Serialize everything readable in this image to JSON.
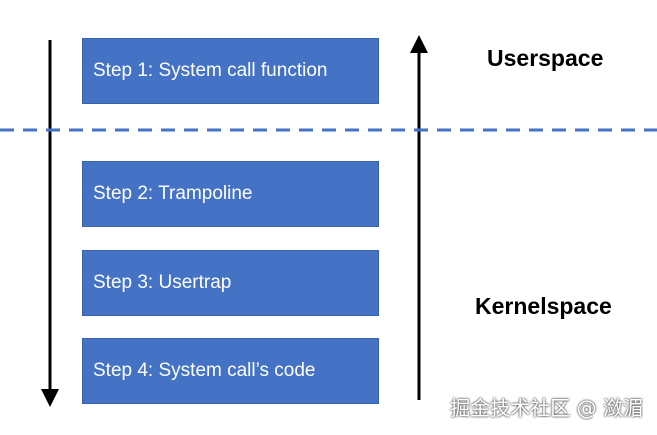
{
  "steps": [
    {
      "label": "Step 1: System call function"
    },
    {
      "label": "Step 2: Trampoline"
    },
    {
      "label": "Step 3: Usertrap"
    },
    {
      "label": "Step 4: System call’s code"
    }
  ],
  "zones": {
    "userspace": "Userspace",
    "kernelspace": "Kernelspace"
  },
  "watermark": "掘金技术社区 @ 潋湄",
  "colors": {
    "box": "#4472C4",
    "divider": "#4472C4",
    "arrow": "#000000"
  }
}
